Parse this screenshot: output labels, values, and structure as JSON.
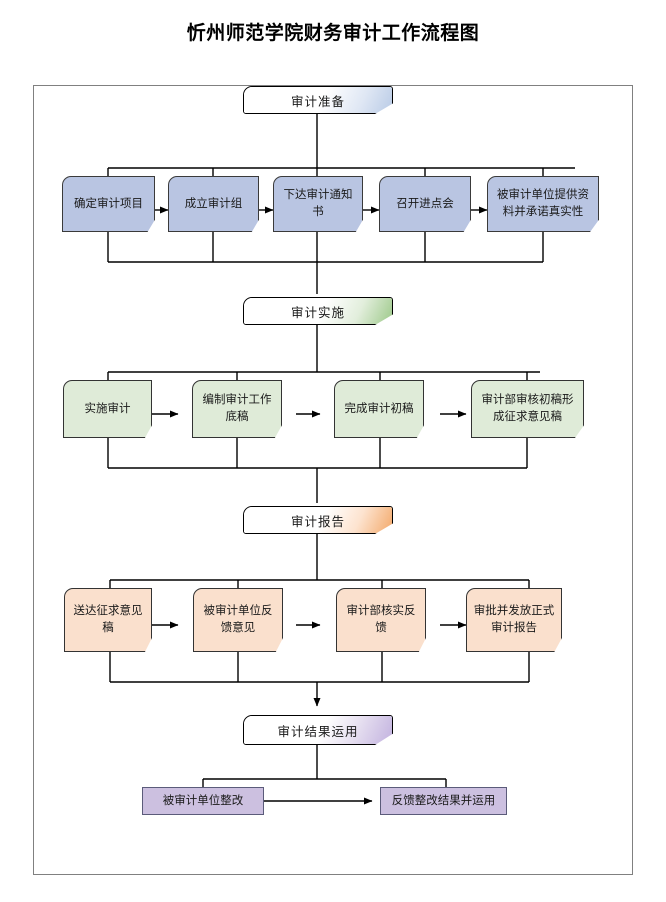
{
  "document": {
    "title": "忻州师范学院财务审计工作流程图"
  },
  "stages": [
    {
      "id": "preparation",
      "header": "审计准备",
      "accent": "#b9cbe6",
      "box_fill": "#b9c5e2",
      "steps": [
        "确定审计项目",
        "成立审计组",
        "下达审计通知书",
        "召开进点会",
        "被审计单位提供资料并承诺真实性"
      ]
    },
    {
      "id": "execution",
      "header": "审计实施",
      "accent": "#9dc98a",
      "box_fill": "#dfebd8",
      "steps": [
        "实施审计",
        "编制审计工作底稿",
        "完成审计初稿",
        "审计部审核初稿形成征求意见稿"
      ]
    },
    {
      "id": "report",
      "header": "审计报告",
      "accent": "#f3a96b",
      "box_fill": "#fae0cd",
      "steps": [
        "送达征求意见稿",
        "被审计单位反馈意见",
        "审计部核实反馈",
        "审批并发放正式审计报告"
      ]
    },
    {
      "id": "application",
      "header": "审计结果运用",
      "accent": "#c2b2df",
      "box_fill": "#ccc0e0",
      "steps": [
        "被审计单位整改",
        "反馈整改结果并运用"
      ]
    }
  ],
  "colors": {
    "frame_border": "#808080",
    "connector": "#000000",
    "text": "#1a1a1a"
  }
}
